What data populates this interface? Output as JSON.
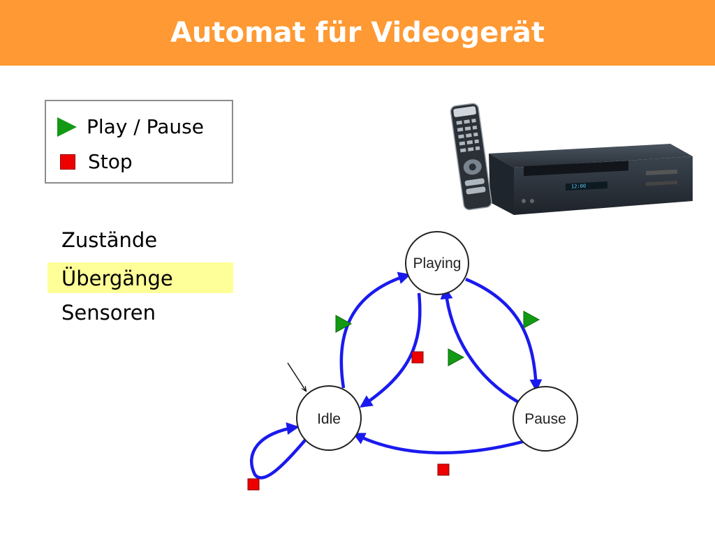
{
  "title": "Automat für Videogerät",
  "legend": {
    "play_label": "Play / Pause",
    "stop_label": "Stop"
  },
  "concepts": [
    {
      "label": "Zustände",
      "highlighted": false
    },
    {
      "label": "Übergänge",
      "highlighted": true
    },
    {
      "label": "Sensoren",
      "highlighted": false
    }
  ],
  "states": {
    "playing": "Playing",
    "idle": "Idle",
    "pause": "Pause"
  },
  "colors": {
    "title_bar": "#ff9933",
    "play": "#139913",
    "stop": "#ee0000",
    "arrow": "#1a1aee",
    "highlight": "#ffff99"
  }
}
